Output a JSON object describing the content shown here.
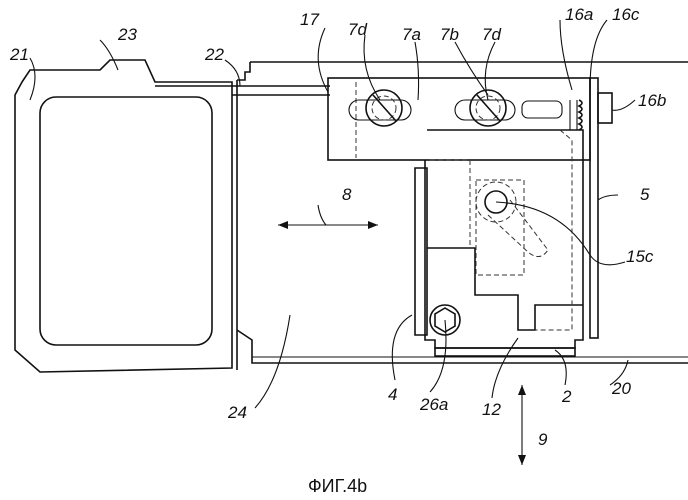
{
  "figure": {
    "caption": "ФИГ.4b",
    "labels": {
      "l21": "21",
      "l23": "23",
      "l22": "22",
      "l17": "17",
      "l7d_left": "7d",
      "l7a": "7a",
      "l7b": "7b",
      "l7d_right": "7d",
      "l16a": "16a",
      "l16c": "16c",
      "l16b": "16b",
      "l8": "8",
      "l5": "5",
      "l15c": "15c",
      "l24": "24",
      "l4": "4",
      "l26a": "26a",
      "l12": "12",
      "l2": "2",
      "l20": "20",
      "l9": "9"
    }
  }
}
